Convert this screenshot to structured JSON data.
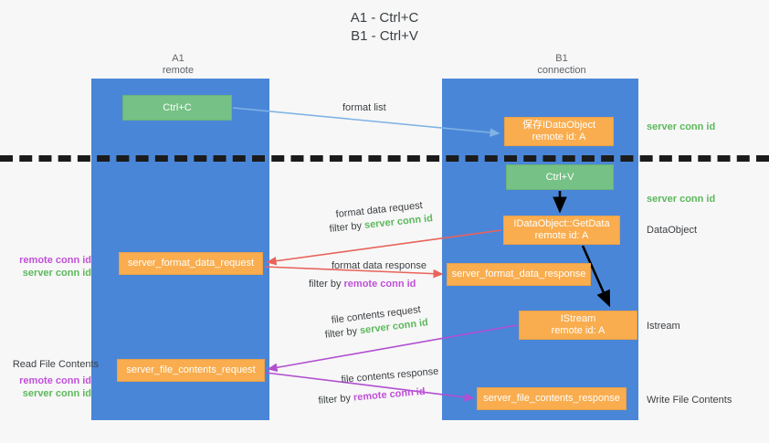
{
  "title": {
    "line1": "A1 - Ctrl+C",
    "line2": "B1 - Ctrl+V"
  },
  "columns": {
    "left": {
      "name": "A1",
      "role": "remote"
    },
    "right": {
      "name": "B1",
      "role": "connection"
    }
  },
  "nodes": {
    "ctrl_c": {
      "label": "Ctrl+C",
      "color": "#76c185"
    },
    "idataobject": {
      "label": "保存IDataObject",
      "sub": "remote id: A",
      "color": "#f9ad4e"
    },
    "ctrl_v": {
      "label": "Ctrl+V",
      "color": "#76c185"
    },
    "getdata": {
      "label": "IDataObject::GetData",
      "sub": "remote id: A",
      "color": "#f9ad4e"
    },
    "format_data_request": {
      "label": "server_format_data_request",
      "color": "#f9ad4e"
    },
    "format_data_response": {
      "label": "server_format_data_response",
      "color": "#f9ad4e"
    },
    "istream": {
      "label": "IStream",
      "sub": "remote id: A",
      "color": "#f9ad4e"
    },
    "file_contents_request": {
      "label": "server_file_contents_request",
      "color": "#f9ad4e"
    },
    "file_contents_response": {
      "label": "server_file_contents_response",
      "color": "#f9ad4e"
    }
  },
  "flow_labels": {
    "format_list": "format list",
    "format_data_request": "format data request",
    "format_data_request_filter_prefix": "filter by",
    "format_data_request_filter_value": "server conn id",
    "format_data_response": "format data response",
    "format_data_response_filter_prefix": "filter by",
    "format_data_response_filter_value": "remote conn id",
    "file_contents_request": "file contents request",
    "file_contents_request_filter_prefix": "filter by",
    "file_contents_request_filter_value": "server conn id",
    "file_contents_response": "file contents response",
    "file_contents_response_filter_prefix": "filter by",
    "file_contents_response_filter_value": "remote conn id"
  },
  "side_labels": {
    "right": {
      "server_conn_id_top": "server conn id",
      "server_conn_id_second": "server conn id",
      "dataobject": "DataObject",
      "istream": "Istream",
      "write_file_contents": "Write File Contents"
    },
    "left": {
      "remote_conn_id_1": "remote conn id",
      "server_conn_id_1": "server conn id",
      "read_file_contents": "Read File Contents",
      "remote_conn_id_2": "remote conn id",
      "server_conn_id_2": "server conn id"
    }
  },
  "colors": {
    "lane": "#4a86d8",
    "green_node": "#76c185",
    "orange_node": "#f9ad4e",
    "server_conn_id": "#5cb85c",
    "remote_conn_id": "#c050d8",
    "arrow_blue": "#7fb3e3",
    "arrow_red": "#e8635a",
    "arrow_purple": "#b14fd0",
    "arrow_black": "#000000",
    "background": "#f7f7f7"
  }
}
